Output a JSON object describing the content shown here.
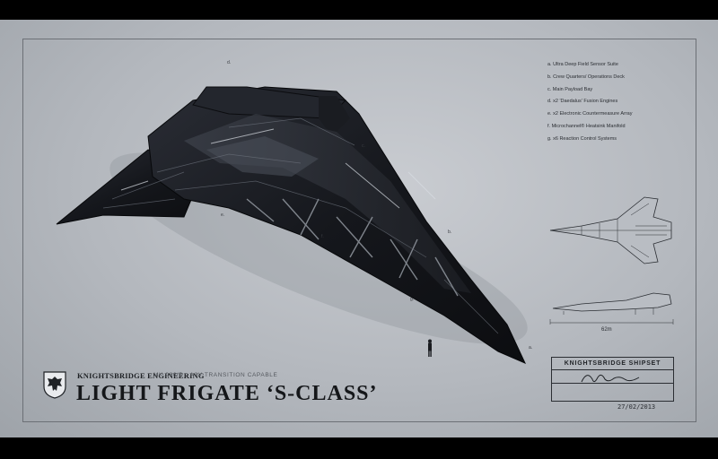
{
  "legend": {
    "items": [
      "a. Ultra Deep Field Sensor Suite",
      "b. Crew Quarters/ Operations Deck",
      "c. Main Payload Bay",
      "d. x2 'Daedalus' Fusion Engines",
      "e. x2 Electronic Countermeasure Array",
      "f. Microchannel® Heatsink Manifold",
      "g. x6 Reaction Control Systems"
    ]
  },
  "callouts": [
    "d.",
    "c.",
    "e.",
    "f.",
    "b.",
    "g.",
    "a."
  ],
  "dimension_label": "62m",
  "title_block": {
    "brand": "KNIGHTSBRIDGE ENGINEERING",
    "model": "MK.986/B · A2V TRANSITION CAPABLE",
    "title": "LIGHT FRIGATE ‘S-CLASS’",
    "crest_icon": "eagle-crest-icon"
  },
  "signature_block": {
    "shipset": "KNIGHTSBRIDGE SHIPSET",
    "date": "27/02/2013"
  },
  "colors": {
    "background": "#b4b8be",
    "frame": "#6c7076",
    "ink": "#1f2226",
    "hull": "#1c1e24"
  }
}
